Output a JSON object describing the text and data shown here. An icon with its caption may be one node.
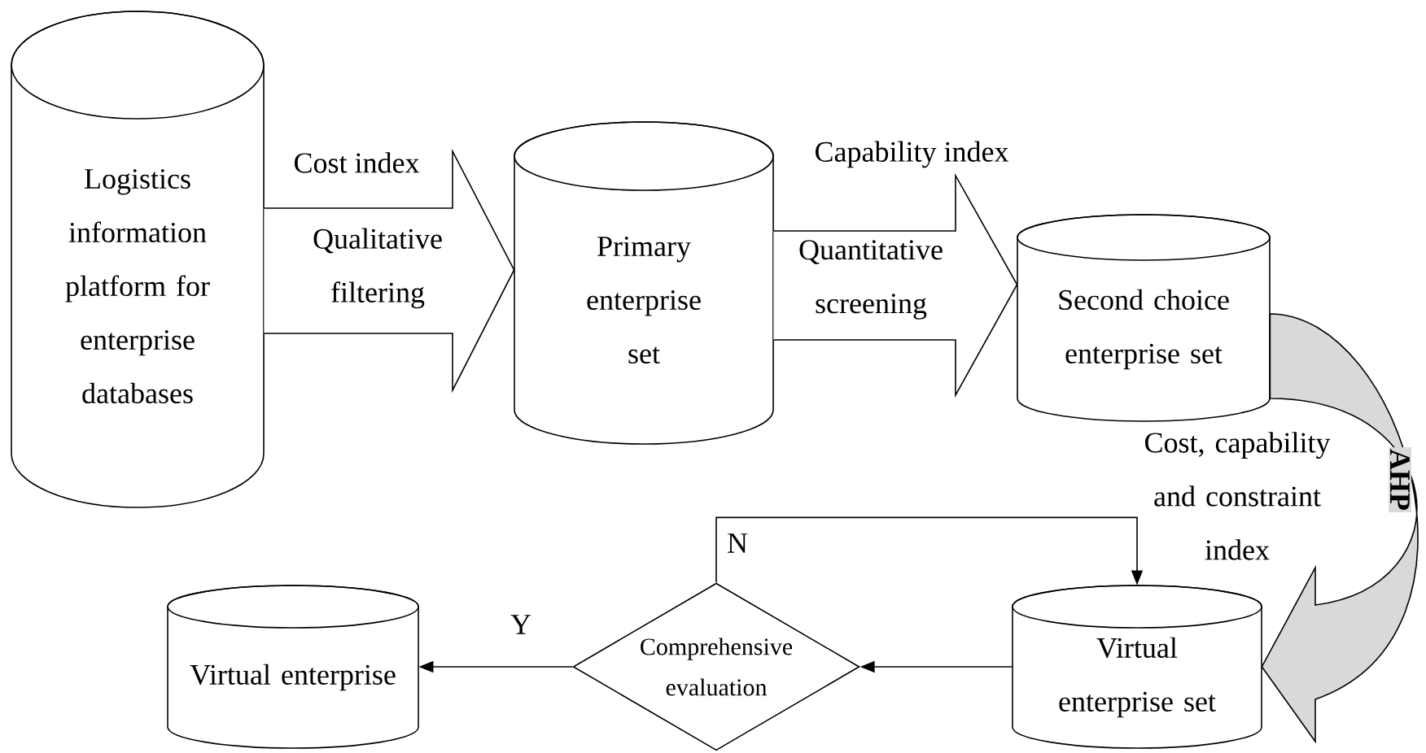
{
  "diagram": {
    "nodes": [
      {
        "text": [
          "Logistics information platform for enterprise databases"
        ]
      },
      {
        "text": [
          "Primary enterprise set"
        ]
      },
      {
        "text": [
          "Second choice enterprise set"
        ]
      },
      {
        "text": [
          "Virtual enterprise set"
        ]
      },
      {
        "text": [
          "Comprehensive evaluation"
        ]
      },
      {
        "text": [
          "Virtual enterprise"
        ]
      }
    ],
    "edges": [
      {
        "from": 0,
        "to": 1,
        "arrow": "to",
        "label": "Qualitative filtering"
      },
      {
        "from": 1,
        "to": 2,
        "arrow": "to",
        "label": "Quantitative screening"
      },
      {
        "from": 2,
        "to": 3,
        "arrow": "to",
        "label": "AHP"
      },
      {
        "from": 3,
        "to": 4,
        "arrow": "to"
      },
      {
        "from": 4,
        "to": 5,
        "arrow": "to",
        "label": "Y"
      },
      {
        "from": 4,
        "to": 3,
        "arrow": "to",
        "label": "N"
      }
    ],
    "labels": [
      "Cost index",
      "Capability index",
      "Cost, capability and constraint index"
    ]
  }
}
